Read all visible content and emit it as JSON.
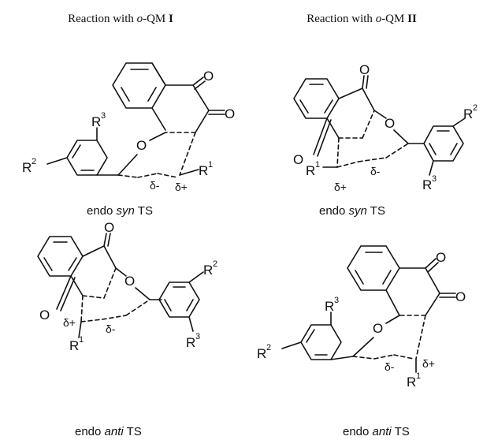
{
  "headings": {
    "left": {
      "prefix": "Reaction with ",
      "italic": "o",
      "middle": "-QM ",
      "bold": "I"
    },
    "right": {
      "prefix": "Reaction with ",
      "italic": "o",
      "middle": "-QM ",
      "bold": "II"
    }
  },
  "labels": {
    "O": "O",
    "R": "R",
    "sup1": "1",
    "sup2": "2",
    "sup3": "3",
    "delta_minus": "δ-",
    "delta_plus": "δ+"
  },
  "captions": {
    "endo": "endo",
    "syn": "syn",
    "anti": "anti",
    "ts": "TS"
  }
}
